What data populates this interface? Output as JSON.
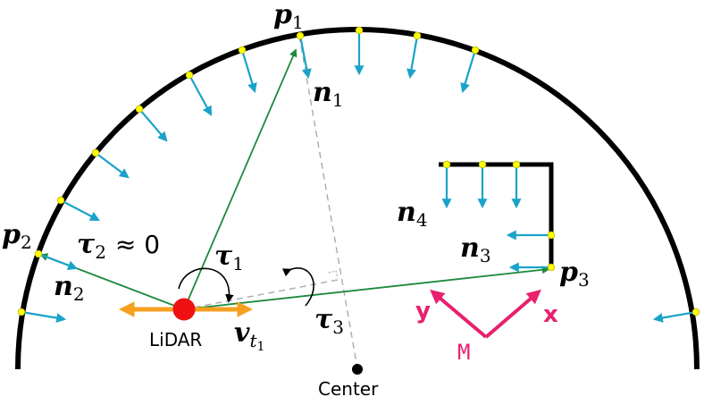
{
  "labels": {
    "p1": "p",
    "p1_sub": "1",
    "p2": "p",
    "p2_sub": "2",
    "p3": "p",
    "p3_sub": "3",
    "n1": "n",
    "n1_sub": "1",
    "n2": "n",
    "n2_sub": "2",
    "n3": "n",
    "n3_sub": "3",
    "n4": "n",
    "n4_sub": "4",
    "tau1": "τ",
    "tau1_sub": "1",
    "tau2": "τ",
    "tau2_sub": "2",
    "tau2_rest": "≈ 0",
    "tau3": "τ",
    "tau3_sub": "3",
    "v": "v",
    "v_sub": "t",
    "v_subsub": "1",
    "lidar": "LiDAR",
    "center": "Center",
    "frame_origin": "M",
    "frame_x": "x",
    "frame_y": "y"
  },
  "colors": {
    "wall": "#000000",
    "sample_point": "#ffff00",
    "normal": "#1aa3c8",
    "ray": "#1e8a3c",
    "lidar": "#ee1111",
    "velocity": "#f5a020",
    "frame": "#e8206e",
    "guide": "#aaaaaa"
  },
  "icons": {
    "lidar": "red-dot",
    "center": "black-dot",
    "frame": "axis-arrows"
  }
}
